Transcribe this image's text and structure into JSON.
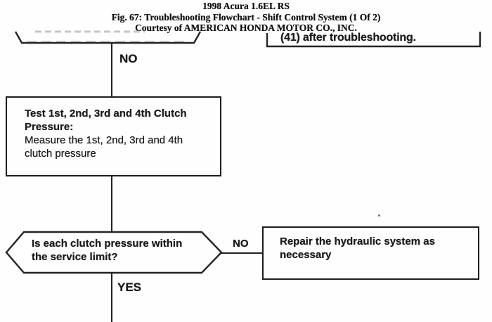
{
  "page": {
    "background": "#fefefe",
    "ink": "#1b1b1b"
  },
  "header": {
    "line1": "1998 Acura 1.6EL RS",
    "line2": "Fig. 67: Troubleshooting Flowchart - Shift Control System (1 Of 2)",
    "line3": "Courtesy of AMERICAN HONDA MOTOR CO., INC."
  },
  "flowchart": {
    "top_right_note": "(41) after troubleshooting.",
    "label_no_top": "NO",
    "test_box": {
      "title_line1": "Test 1st, 2nd, 3rd and 4th Clutch",
      "title_line2": "Pressure:",
      "body_line1": "Measure the 1st, 2nd, 3rd and 4th",
      "body_line2": "clutch pressure"
    },
    "decision": {
      "line1": "Is each clutch pressure within",
      "line2": "the service limit?"
    },
    "label_no_right": "NO",
    "repair_box": {
      "line1": "Repair the hydraulic system as",
      "line2": "necessary"
    },
    "label_yes": "YES"
  }
}
